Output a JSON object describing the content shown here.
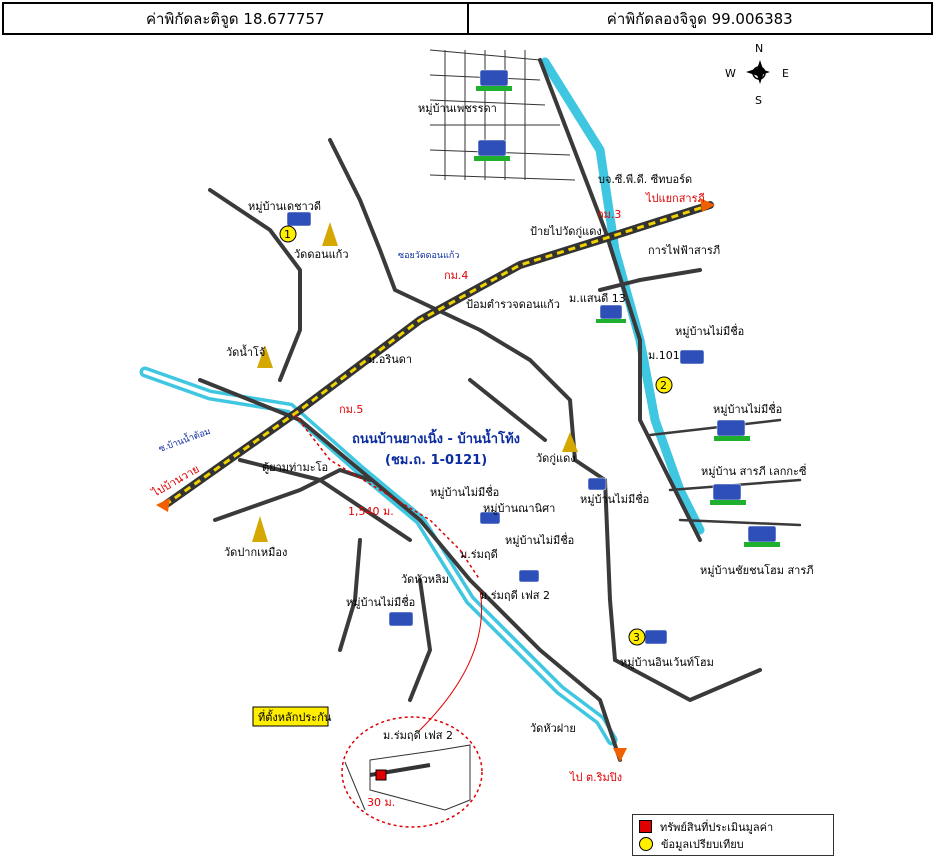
{
  "header": {
    "latitude": "ค่าพิกัดละติจูด 18.677757",
    "longitude": "ค่าพิกัดลองจิจูด 99.006383"
  },
  "compass": {
    "n": "N",
    "s": "S",
    "e": "E",
    "w": "W"
  },
  "labels": {
    "phetcharada": "หมู่บ้านเพชรรดา",
    "det_chao": "หมู่บ้านเดชาวดี",
    "wat_don_kaeo": "วัดดอนแก้ว",
    "soi_wat": "ซอยวัดดอนแก้ว",
    "km4": "กม.4",
    "police": "ป้อมตำรวจดอนแก้ว",
    "wat_nam_pho": "วัดน้ำโจ้",
    "m_rinda": "ม.อรินดา",
    "km5": "กม.5",
    "road_name": "ถนนบ้านยางเนิ้ง - บ้านน้ำโท้ง",
    "road_code": "(ชม.ถ. 1-0121)",
    "to_ban_kwai": "ไปบ้านวาย",
    "pa_ban_nam": "ซ.บ้านน้ำต้อม",
    "atm": "ตู้ยามท่ามะโอ",
    "wat_pak_lueang": "วัดปากเหมือง",
    "dist_1540": "1,540 ม.",
    "noname1": "หมู่บ้านไม่มีชื่อ",
    "natnisa": "หมู่บ้านณานิศา",
    "noname2": "หมู่บ้านไม่มีชื่อ",
    "m_rommrudee": "ม.ร่มฤดี",
    "wat_hua_lin": "วัดหัวหลิม",
    "rommrudee_phase2": "ม.ร่มฤดี เฟส 2",
    "noname3": "หมู่บ้านไม่มีชื่อ",
    "company": "บจ.ซี.พี.ดี. ซีทบอร์ด",
    "km3": "กม.3",
    "to_saraphi": "ไปแยกสารภี",
    "sign_wat": "ป้ายไปวัดกู่แดง",
    "pea": "การไฟฟ้าสารภี",
    "m_saenthi": "ม.แสนดี 13",
    "noname4": "หมู่บ้านไม่มีชื่อ",
    "m101": "ม.101",
    "noname5": "หมู่บ้านไม่มีชื่อ",
    "saraphi_lake": "หมู่บ้าน สารภี เลกกะซี่",
    "wat_ku_daeng": "วัดกู่แดง",
    "noname6": "หมู่บ้านไม่มีชื่อ",
    "chaichanok": "หมู่บ้านชัยชนโฮม สารภี",
    "inwin": "หมู่บ้านอินเว้นท์โฮม",
    "wat_hua_fai": "วัดหัวฝาย",
    "to_rim_ping": "ไป ต.ริมปิง",
    "location_box": "ที่ตั้งหลักประกัน",
    "inset_title": "ม.ร่มฤดี เฟส 2",
    "dist_30": "30 ม.",
    "marker1": "1",
    "marker2": "2",
    "marker3": "3"
  },
  "legend": {
    "subject": "ทรัพย์สินที่ประเมินมูลค่า",
    "comparable": "ข้อมูลเปรียบเทียบ"
  },
  "colors": {
    "main_road": "#f0d200",
    "river": "#3fc6e0",
    "subject": "#e00000",
    "comparable": "#ffee00",
    "label_blue": "#0b2c9e"
  }
}
